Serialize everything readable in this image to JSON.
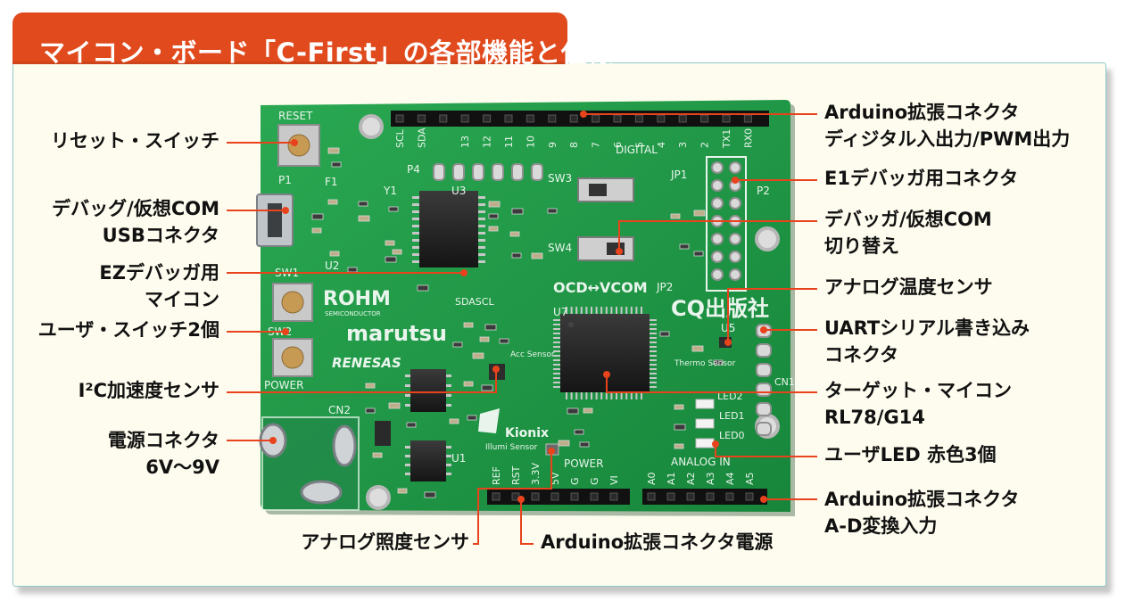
{
  "title": "マイコン・ボード「C-First」の各部機能と仕様",
  "colors": {
    "title_bg": "#e04a1d",
    "leader_line": "#e8431c",
    "panel_bg": "#fefcee",
    "board_green": "#1e9b47"
  },
  "silkscreen": {
    "reset": "RESET",
    "p1": "P1",
    "f1": "F1",
    "y1": "Y1",
    "u2": "U2",
    "u3": "U3",
    "p4": "P4",
    "sw1": "SW1",
    "sw2": "SW2",
    "sw3": "SW3",
    "sw4": "SW4",
    "power": "POWER",
    "cn2": "CN2",
    "u1": "U1",
    "u7": "U7",
    "u5": "U5",
    "jp1": "JP1",
    "jp2": "JP2",
    "p2": "P2",
    "cn1": "CN1",
    "digital": "DIGITAL",
    "analog_in": "ANALOG IN",
    "power_hdr": "POWER",
    "ocd_vcom": "OCD↔VCOM",
    "rohm": "ROHM",
    "semiconductor": "SEMICONDUCTOR",
    "marutsu": "marutsu",
    "renesas": "RENESAS",
    "cq": "CQ出版社",
    "kionix": "Kionix",
    "illumi": "Illumi Sensor",
    "thermo": "Thermo Sensor",
    "acc": "Acc Sensor",
    "led0": "LED0",
    "led1": "LED1",
    "led2": "LED2",
    "sda_scl": "SDASCL",
    "digital_pins": [
      "SCL",
      "SDA",
      "",
      "13",
      "12",
      "11",
      "10",
      "9",
      "8",
      "7",
      "6",
      "5",
      "4",
      "3",
      "2",
      "TX1",
      "RX0"
    ],
    "analog_pins": [
      "A0",
      "A1",
      "A2",
      "A3",
      "A4",
      "A5"
    ],
    "power_pins": [
      "REF",
      "RST",
      "3.3V",
      "5V",
      "G",
      "G",
      "VI"
    ]
  },
  "labels": {
    "reset_switch": "リセット・スイッチ",
    "usb_1": "デバッグ/仮想COM",
    "usb_2": "USBコネクタ",
    "ez_1": "EZデバッガ用",
    "ez_2": "マイコン",
    "user_sw": "ユーザ・スイッチ2個",
    "accel": "I²C加速度センサ",
    "power_1": "電源コネクタ",
    "power_2": "6V〜9V",
    "light_sensor": "アナログ照度センサ",
    "arduino_power": "Arduino拡張コネクタ電源",
    "digital_1": "Arduino拡張コネクタ",
    "digital_2": "ディジタル入出力/PWM出力",
    "e1": "E1デバッガ用コネクタ",
    "dbgsw_1": "デバッガ/仮想COM",
    "dbgsw_2": "切り替え",
    "temp": "アナログ温度センサ",
    "uart_1": "UARTシリアル書き込み",
    "uart_2": "コネクタ",
    "target_1": "ターゲット・マイコン",
    "target_2": "RL78/G14",
    "led": "ユーザLED 赤色3個",
    "analog_1": "Arduino拡張コネクタ",
    "analog_2": "A-D変換入力"
  }
}
